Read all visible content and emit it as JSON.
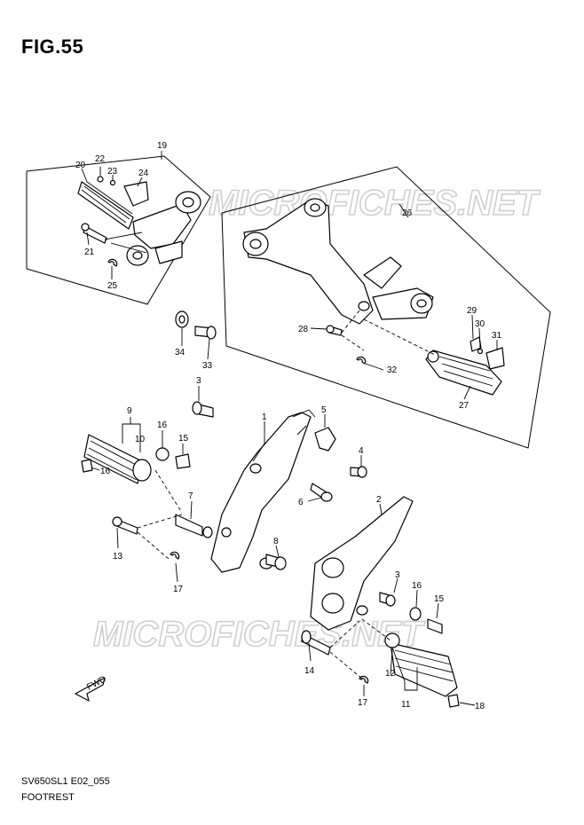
{
  "figure": {
    "title": "FIG.55",
    "ref_code": "SV650SL1 E02_055",
    "section": "FOOTREST"
  },
  "watermark": {
    "text": "MICROFICHES.NET"
  },
  "forward_arrow": {
    "label": "FWD",
    "icon": "forward-arrow-icon"
  },
  "part_numbers": {
    "p1": "1",
    "p2": "2",
    "p3a": "3",
    "p3b": "3",
    "p4": "4",
    "p5": "5",
    "p6": "6",
    "p7": "7",
    "p8": "8",
    "p9": "9",
    "p10": "10",
    "p11": "11",
    "p12": "12",
    "p13": "13",
    "p14": "14",
    "p15a": "15",
    "p15b": "15",
    "p16a": "16",
    "p16b": "16",
    "p16c": "16",
    "p17a": "17",
    "p17b": "17",
    "p18": "18",
    "p19": "19",
    "p20": "20",
    "p21": "21",
    "p22": "22",
    "p23": "23",
    "p24": "24",
    "p25": "25",
    "p26": "26",
    "p27": "27",
    "p28": "28",
    "p29": "29",
    "p30": "30",
    "p31": "31",
    "p32": "32",
    "p33": "33",
    "p34": "34"
  }
}
